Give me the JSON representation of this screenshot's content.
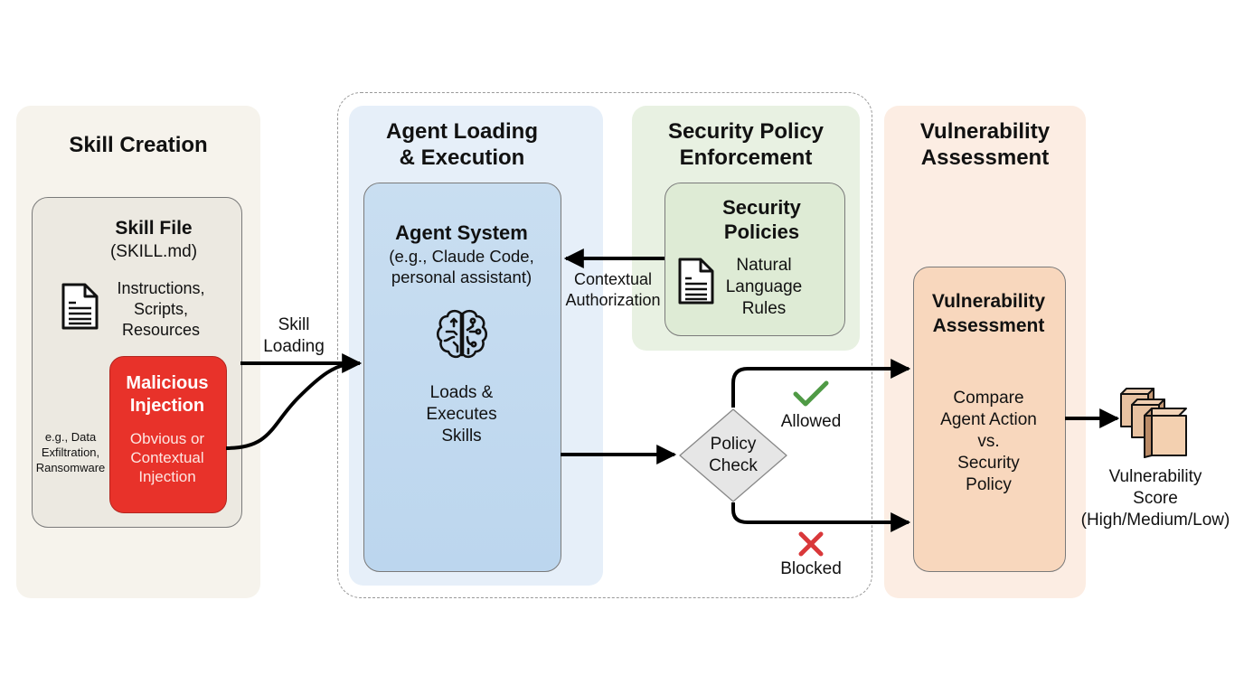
{
  "skill_creation": {
    "title": "Skill Creation",
    "skill_file": {
      "title": "Skill File",
      "subtitle": "(SKILL.md)",
      "contents": [
        "Instructions,",
        "Scripts,",
        "Resources"
      ],
      "icon": "document-icon"
    },
    "malicious_injection": {
      "title": [
        "Malicious",
        "Injection"
      ],
      "subtitle": [
        "Obvious or",
        "Contextual",
        "Injection"
      ],
      "color": "#e8322a"
    },
    "examples": [
      "e.g., Data",
      "Exfiltration,",
      "Ransomware"
    ]
  },
  "skill_loading_label": [
    "Skill",
    "Loading"
  ],
  "agent_loading": {
    "title": [
      "Agent Loading",
      "& Execution"
    ],
    "agent_system": {
      "title": "Agent System",
      "subtitle": [
        "(e.g., Claude Code,",
        "personal assistant)"
      ],
      "icon": "brain-icon",
      "description": [
        "Loads &",
        "Executes",
        "Skills"
      ]
    }
  },
  "security_policy": {
    "title": [
      "Security Policy",
      "Enforcement"
    ],
    "policies": {
      "title": [
        "Security",
        "Policies"
      ],
      "icon": "document-icon",
      "description": [
        "Natural",
        "Language",
        "Rules"
      ]
    }
  },
  "contextual_authorization_label": [
    "Contextual",
    "Authorization"
  ],
  "policy_check": {
    "label": [
      "Policy",
      "Check"
    ],
    "allowed_label": "Allowed",
    "blocked_label": "Blocked",
    "allowed_color": "#4f9a45",
    "blocked_color": "#d9383a"
  },
  "vulnerability": {
    "title": [
      "Vulnerability",
      "Assessment"
    ],
    "box": {
      "title": [
        "Vulnerability",
        "Assessment"
      ],
      "description": [
        "Compare",
        "Agent Action",
        "vs.",
        "Security",
        "Policy"
      ]
    },
    "score": {
      "icon": "stacked-cubes-icon",
      "label": [
        "Vulnerability",
        "Score",
        "(High/Medium/Low)"
      ]
    }
  }
}
